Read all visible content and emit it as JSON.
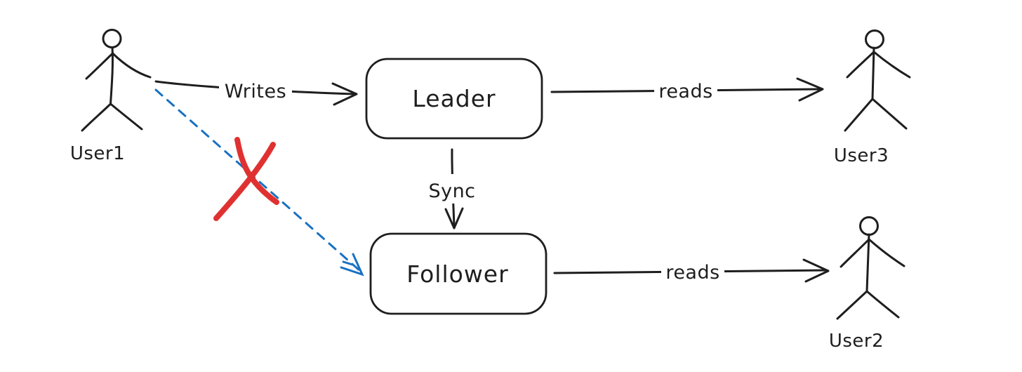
{
  "diagram": {
    "style": "hand-drawn-whiteboard",
    "background": "#ffffff",
    "colors": {
      "ink": "#1e1e1e",
      "node_fill": "#ffffff",
      "dashed_edge": "#1971c2",
      "cross_mark": "#e03131"
    },
    "nodes": [
      {
        "id": "leader",
        "label": "Leader"
      },
      {
        "id": "follower",
        "label": "Follower"
      }
    ],
    "actors": [
      {
        "id": "user1",
        "label": "User1"
      },
      {
        "id": "user3",
        "label": "User3"
      },
      {
        "id": "user2",
        "label": "User2"
      }
    ],
    "edges": [
      {
        "id": "writes",
        "from": "User1",
        "to": "Leader",
        "label": "Writes",
        "style": "solid-arrow"
      },
      {
        "id": "leader-reads",
        "from": "Leader",
        "to": "User3",
        "label": "reads",
        "style": "solid-arrow"
      },
      {
        "id": "sync",
        "from": "Leader",
        "to": "Follower",
        "label": "Sync",
        "style": "solid-arrow"
      },
      {
        "id": "follower-reads",
        "from": "Follower",
        "to": "User2",
        "label": "reads",
        "style": "solid-arrow"
      },
      {
        "id": "blocked-direct-write",
        "from": "User1",
        "to": "Follower",
        "label": "",
        "style": "dashed-arrow",
        "crossed_out": true
      }
    ]
  }
}
